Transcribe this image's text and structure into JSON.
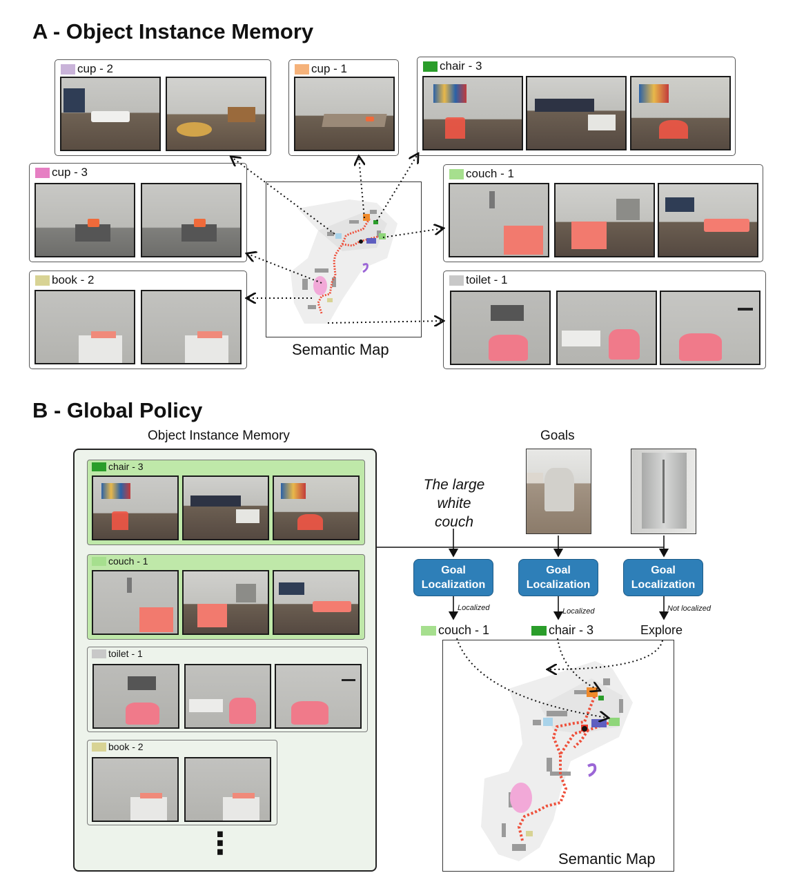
{
  "section_a": {
    "title": "A - Object Instance Memory",
    "map_caption": "Semantic Map",
    "instances": [
      {
        "label": "cup - 2",
        "color": "#c9b3d9",
        "photos": 2,
        "scene": "living"
      },
      {
        "label": "cup - 1",
        "color": "#f5b27a",
        "photos": 1,
        "scene": "dining"
      },
      {
        "label": "chair - 3",
        "color": "#2a9d2a",
        "photos": 3,
        "scene": "chair"
      },
      {
        "label": "cup - 3",
        "color": "#e67fc3",
        "photos": 2,
        "scene": "counter"
      },
      {
        "label": "couch - 1",
        "color": "#a6df8e",
        "photos": 3,
        "scene": "couch"
      },
      {
        "label": "book - 2",
        "color": "#d8d394",
        "photos": 2,
        "scene": "book"
      },
      {
        "label": "toilet - 1",
        "color": "#c8c8c8",
        "photos": 3,
        "scene": "toilet"
      }
    ]
  },
  "section_b": {
    "title": "B - Global Policy",
    "memory_title": "Object Instance Memory",
    "goals_title": "Goals",
    "memory_items": [
      {
        "label": "chair - 3",
        "color": "#2a9d2a",
        "active": true
      },
      {
        "label": "couch - 1",
        "color": "#a6df8e",
        "active": true
      },
      {
        "label": "toilet - 1",
        "color": "#c8c8c8",
        "active": false
      },
      {
        "label": "book - 2",
        "color": "#d8d394",
        "active": false
      }
    ],
    "goals": [
      {
        "type": "text",
        "text_lines": [
          "The large",
          "white",
          "couch"
        ]
      },
      {
        "type": "image",
        "depicts": "chair"
      },
      {
        "type": "image",
        "depicts": "refrigerator"
      }
    ],
    "goal_button_lines": [
      "Goal",
      "Localization"
    ],
    "status": [
      "Localized",
      "Localized",
      "Not localized"
    ],
    "results": [
      {
        "label": "couch - 1",
        "color": "#a6df8e"
      },
      {
        "label": "chair - 3",
        "color": "#2a9d2a"
      },
      {
        "label": "Explore",
        "color": ""
      }
    ],
    "map_caption": "Semantic Map",
    "ellipsis": "⋮"
  }
}
